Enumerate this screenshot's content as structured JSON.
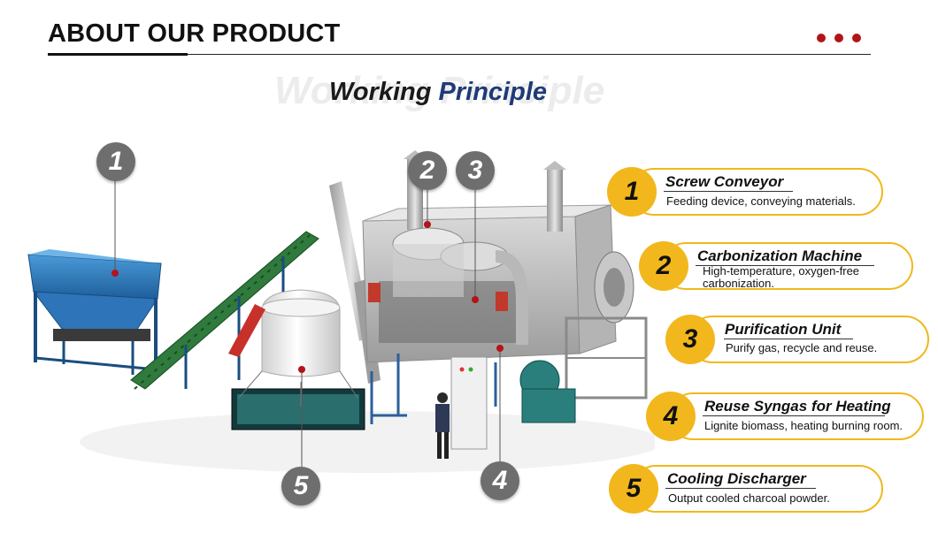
{
  "header": {
    "title": "ABOUT OUR PRODUCT",
    "accent_color": "#b3131a"
  },
  "subtitle": {
    "part1": "Working",
    "part2": "Principle"
  },
  "markers": [
    "1",
    "2",
    "3",
    "4",
    "5"
  ],
  "legend": [
    {
      "number": "1",
      "title": "Screw Conveyor",
      "desc": "Feeding device, conveying materials."
    },
    {
      "number": "2",
      "title": "Carbonization Machine",
      "desc": "High-temperature, oxygen-free carbonization."
    },
    {
      "number": "3",
      "title": "Purification Unit",
      "desc": "Purify gas, recycle and reuse."
    },
    {
      "number": "4",
      "title": "Reuse Syngas for Heating",
      "desc": "Lignite biomass, heating burning room."
    },
    {
      "number": "5",
      "title": "Cooling Discharger",
      "desc": "Output cooled charcoal powder."
    }
  ],
  "colors": {
    "legend_accent": "#f2b71c",
    "marker_grey": "#6e6e6e",
    "subtitle_blue": "#1f3a78"
  }
}
